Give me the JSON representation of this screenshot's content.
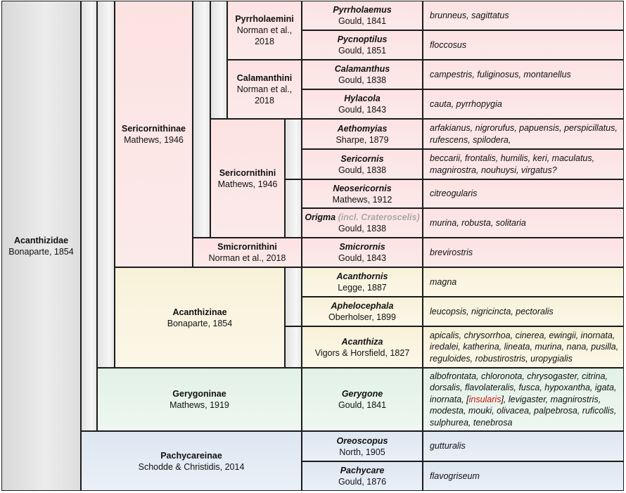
{
  "family": {
    "name": "Acanthizidae",
    "authority": "Bonaparte, 1854"
  },
  "subfamilies": {
    "sericornithinae": {
      "name": "Sericornithinae",
      "authority": "Mathews, 1946"
    },
    "acanthizinae": {
      "name": "Acanthizinae",
      "authority": "Bonaparte, 1854"
    },
    "gerygoninae": {
      "name": "Gerygoninae",
      "authority": "Mathews, 1919"
    },
    "pachycareinae": {
      "name": "Pachycareinae",
      "authority": "Schodde & Christidis, 2014"
    }
  },
  "tribes": {
    "pyrrholaemini": {
      "name": "Pyrrholaemini",
      "authority": "Norman et al., 2018"
    },
    "calamanthini": {
      "name": "Calamanthini",
      "authority": "Norman et al., 2018"
    },
    "sericornithini": {
      "name": "Sericornithini",
      "authority": "Mathews, 1946"
    },
    "smicrornithini": {
      "name": "Smicrornithini",
      "authority": "Norman et al., 2018"
    }
  },
  "genera": [
    {
      "name": "Pyrrholaemus",
      "authority": "Gould, 1841",
      "species": "brunneus, sagittatus"
    },
    {
      "name": "Pycnoptilus",
      "authority": "Gould, 1851",
      "species": "floccosus"
    },
    {
      "name": "Calamanthus",
      "authority": "Gould, 1838",
      "species": "campestris, fuliginosus, montanellus"
    },
    {
      "name": "Hylacola",
      "authority": "Gould, 1843",
      "species": "cauta, pyrrhopygia"
    },
    {
      "name": "Aethomyias",
      "authority": "Sharpe, 1879",
      "species": "arfakianus, nigrorufus, papuensis, perspicillatus, rufescens, spilodera,"
    },
    {
      "name": "Sericornis",
      "authority": "Gould, 1838",
      "species": "beccarii, frontalis, humilis, keri, maculatus, magnirostra, nouhuysi, virgatus?"
    },
    {
      "name": "Neosericornis",
      "authority": "Mathews, 1912",
      "species": "citreogularis"
    },
    {
      "name": "Origma",
      "note": "(incl. Crateroscelis)",
      "authority": "Gould, 1838",
      "species": "murina, robusta, solitaria"
    },
    {
      "name": "Smicrornis",
      "authority": "Gould, 1843",
      "species": "brevirostris"
    },
    {
      "name": "Acanthornis",
      "authority": "Legge, 1887",
      "species": "magna"
    },
    {
      "name": "Aphelocephala",
      "authority": "Oberholser, 1899",
      "species": "leucopsis, nigricincta, pectoralis"
    },
    {
      "name": "Acanthiza",
      "authority": "Vigors & Horsfield, 1827",
      "species": "apicalis, chrysorrhoa, cinerea, ewingii, inornata, iredalei, katherina, lineata, murina, nana, pusilla, reguloides, robustirostris, uropygialis"
    },
    {
      "name": "Gerygone",
      "authority": "Gould, 1841",
      "species_before": "albofrontata, chloronota, chrysogaster, citrina, dorsalis, flavolateralis, fusca, hypoxantha, igata, inornata, [",
      "species_highlight": "insularis",
      "species_after": "], levigaster, magnirostris, modesta, mouki, olivacea, palpebrosa, ruficollis, sulphurea, tenebrosa"
    },
    {
      "name": "Oreoscopus",
      "authority": "North, 1905",
      "species": "gutturalis"
    },
    {
      "name": "Pachycare",
      "authority": "Gould, 1876",
      "species": "flavogriseum"
    }
  ],
  "colors": {
    "pink": "#fbe4e4",
    "yellow": "#faf4e0",
    "green": "#e6f3ea",
    "blue": "#e2e9f3",
    "grey": "#e4e4e4",
    "highlight": "#cc1111"
  }
}
